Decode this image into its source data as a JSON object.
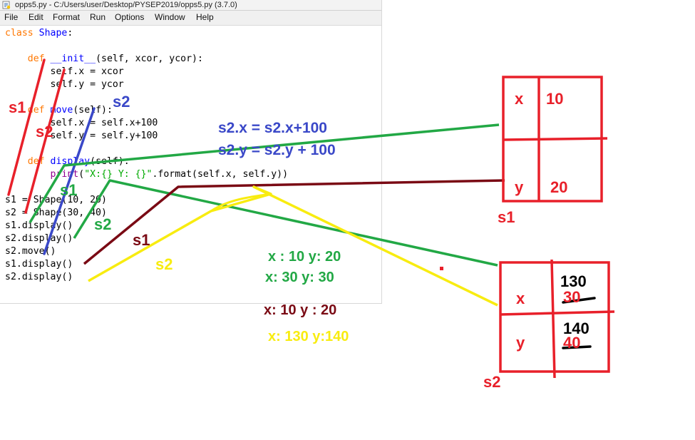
{
  "window": {
    "title": "opps5.py - C:/Users/user/Desktop/PYSEP2019/opps5.py (3.7.0)",
    "menu": [
      "File",
      "Edit",
      "Format",
      "Run",
      "Options",
      "Window",
      "Help"
    ]
  },
  "code": {
    "l1_kw": "class",
    "l1_name": "Shape",
    "l1_rest": ":",
    "l3_kw": "def",
    "l3_name": "__init__",
    "l3_rest": "(self, xcor, ycor):",
    "l4": "        self.x = xcor",
    "l5": "        self.y = ycor",
    "l7_kw": "def",
    "l7_name": "move",
    "l7_rest": "(self):",
    "l8": "        self.x = self.x+100",
    "l9": "        self.y = self.y+100",
    "l11_kw": "def",
    "l11_name": "display",
    "l11_rest": "(self):",
    "l12_pre": "        ",
    "l12_bi": "print",
    "l12_open": "(",
    "l12_str": "\"X:{} Y: {}\"",
    "l12_rest": ".format(self.x, self.y))",
    "l14": "s1 = Shape(10, 20)",
    "l15": "s2 = Shape(30, 40)",
    "l16": "s1.display()",
    "l17": "s2.display()",
    "l18": "s2.move()",
    "l19": "s1.display()",
    "l20": "s2.display()"
  },
  "annotations": {
    "s1_red": "s1",
    "s2_red": "s2",
    "s2_blue": "s2",
    "s1_green": "s1",
    "s2_green": "s2",
    "s1_maroon": "s1",
    "s2_yellow": "s2",
    "eq_x": "s2.x = s2.x+100",
    "eq_y": "s2.y = s2.y + 100",
    "out1": "x : 10   y: 20",
    "out2": "x: 30   y: 30",
    "out3": "x: 10 y : 20",
    "out4": "x: 130 y:140",
    "box1": {
      "x_label": "x",
      "x_val": "10",
      "y_label": "y",
      "y_val": "20",
      "name": "s1"
    },
    "box2": {
      "x_label": "x",
      "x_old": "30",
      "x_new": "130",
      "y_label": "y",
      "y_old": "40",
      "y_new": "140",
      "name": "s2"
    }
  },
  "colors": {
    "red": "#e8202a",
    "blue": "#3a48c8",
    "green": "#22a845",
    "maroon": "#7a0a14",
    "yellow": "#f8ec10",
    "black": "#000000"
  }
}
